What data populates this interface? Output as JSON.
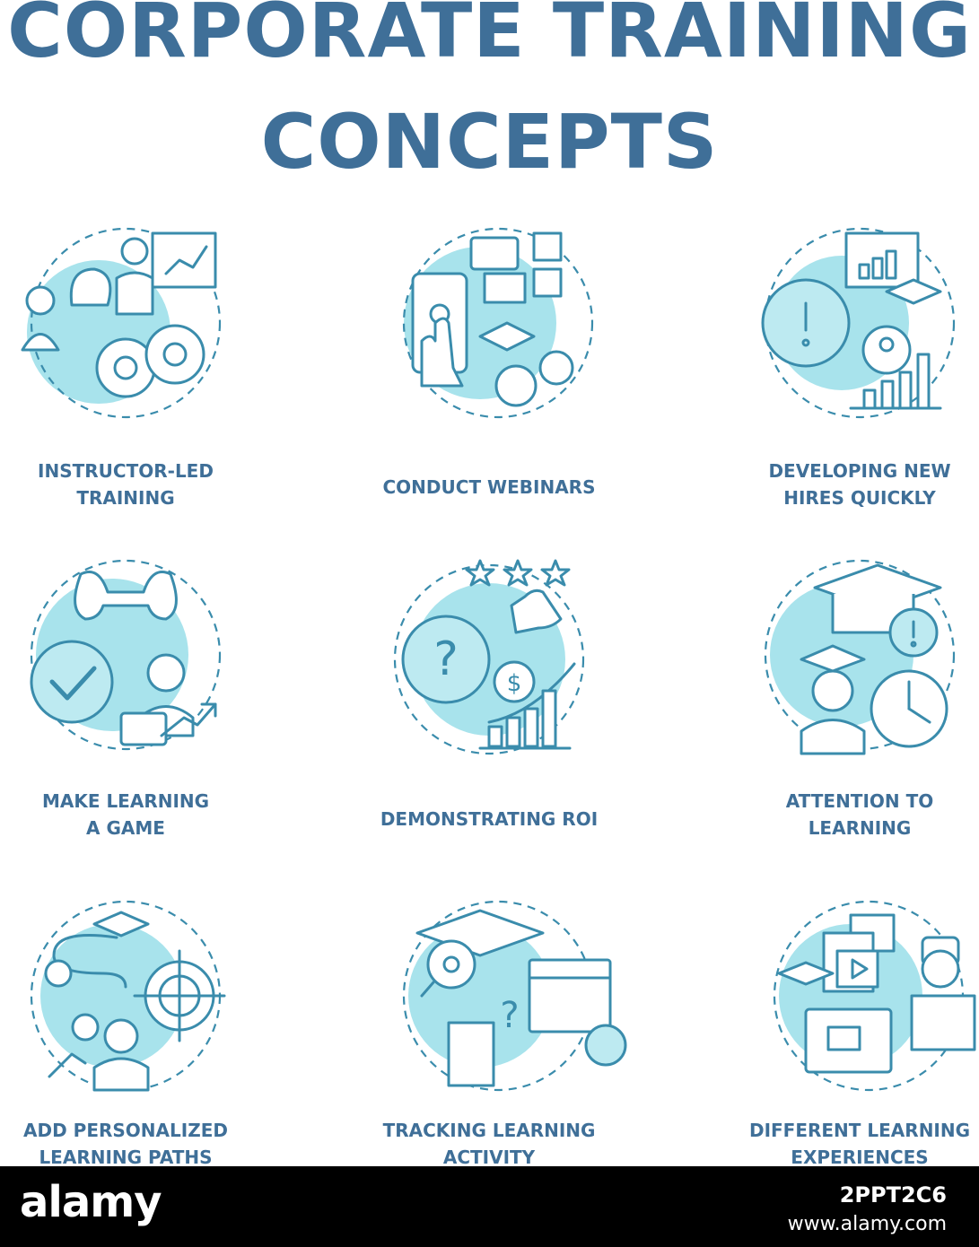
{
  "title": {
    "line1": "CORPORATE TRAINING",
    "line2": "CONCEPTS"
  },
  "concepts": [
    {
      "icon": "instructor-icon",
      "line1": "INSTRUCTOR-LED",
      "line2": "TRAINING"
    },
    {
      "icon": "webinar-icon",
      "line1": "CONDUCT WEBINARS",
      "line2": ""
    },
    {
      "icon": "new-hires-icon",
      "line1": "DEVELOPING NEW",
      "line2": "HIRES QUICKLY"
    },
    {
      "icon": "game-controller-icon",
      "line1": "MAKE LEARNING",
      "line2": "A GAME"
    },
    {
      "icon": "roi-icon",
      "line1": "DEMONSTRATING ROI",
      "line2": ""
    },
    {
      "icon": "graduation-clock-icon",
      "line1": "ATTENTION TO",
      "line2": "LEARNING"
    },
    {
      "icon": "learning-path-icon",
      "line1": "ADD PERSONALIZED",
      "line2": "LEARNING PATHS"
    },
    {
      "icon": "tracking-icon",
      "line1": "TRACKING LEARNING",
      "line2": "ACTIVITY"
    },
    {
      "icon": "vr-experience-icon",
      "line1": "DIFFERENT LEARNING",
      "line2": "EXPERIENCES"
    }
  ],
  "watermark": {
    "logo": "alamy",
    "image_id": "2PPT2C6",
    "url": "www.alamy.com"
  },
  "colors": {
    "text": "#3f6f98",
    "stroke": "#3a8cac",
    "blob": "#a8e3ec",
    "bar": "#000000"
  }
}
